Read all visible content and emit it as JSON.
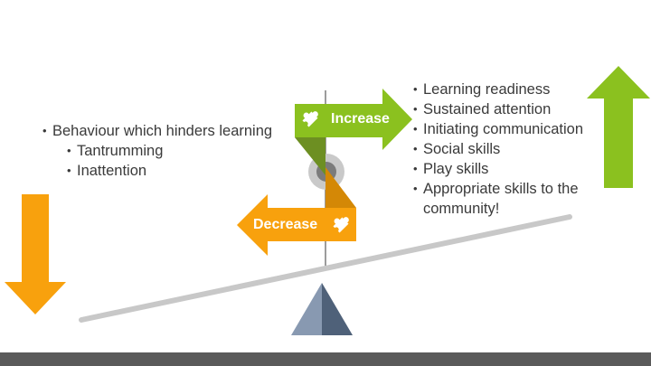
{
  "left_list": {
    "main": "Behaviour which hinders learning",
    "sub": [
      "Tantrumming",
      "Inattention"
    ]
  },
  "right_list": {
    "items": [
      "Learning readiness",
      "Sustained attention",
      "Initiating communication",
      "Social skills",
      "Play skills",
      "Appropriate skills to the",
      "community!"
    ]
  },
  "arrows": {
    "increase_label": "Increase",
    "decrease_label": "Decrease"
  },
  "colors": {
    "green": "#8bc11f",
    "orange": "#f8a10d",
    "beam": "#c8c8c8",
    "fulcrum_light": "#8899b1",
    "fulcrum_dark": "#4f6179",
    "footer": "#5a5a5a"
  }
}
